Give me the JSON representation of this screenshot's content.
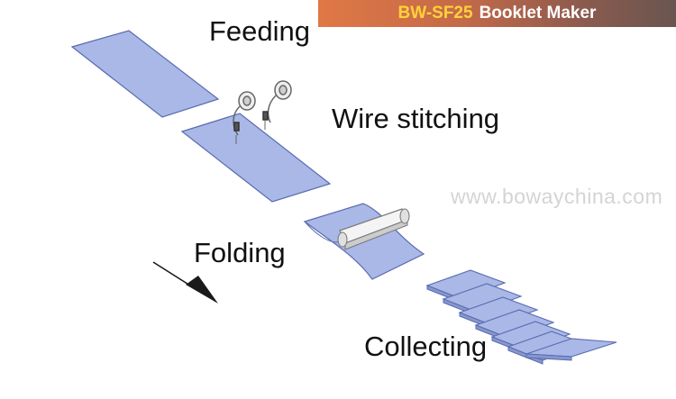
{
  "banner": {
    "model": "BW-SF25",
    "title": "Booklet Maker",
    "model_color": "#ffd23a"
  },
  "labels": {
    "feeding": "Feeding",
    "wire_stitching": "Wire stitching",
    "folding": "Folding",
    "collecting": "Collecting"
  },
  "watermark": "www.bowaychina.com",
  "colors": {
    "sheet": "#a9b8e6",
    "sheet_edge": "#596bb0",
    "arrow": "#1a1a1a"
  },
  "icons": {
    "process_arrow": "arrow-down-right-icon",
    "stitch_heads": "wire-stitch-head-icon",
    "fold_blade": "fold-blade-icon"
  }
}
